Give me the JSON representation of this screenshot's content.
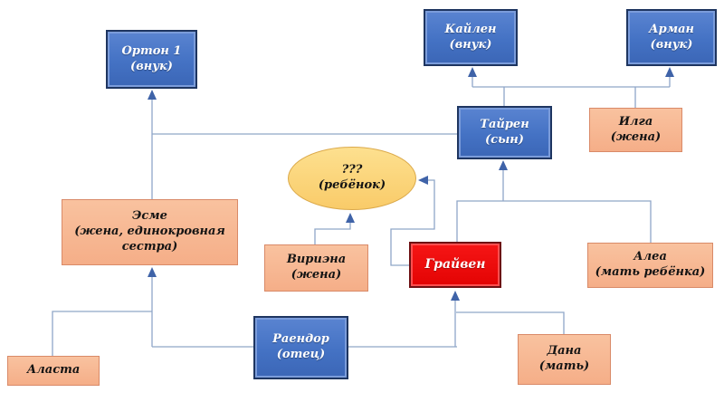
{
  "diagram": {
    "nodes": {
      "orton1": {
        "label": "Ортон 1\n(внук)",
        "type": "blue"
      },
      "kaylen": {
        "label": "Кайлен\n(внук)",
        "type": "blue"
      },
      "arman": {
        "label": "Арман\n(внук)",
        "type": "blue"
      },
      "tairen": {
        "label": "Тайрен\n(сын)",
        "type": "blue"
      },
      "ilga": {
        "label": "Илга\n(жена)",
        "type": "peach"
      },
      "child": {
        "label": "???\n(ребёнок)",
        "type": "gold-ellipse"
      },
      "esme": {
        "label": "Эсме\n(жена, единокровная\nсестра)",
        "type": "peach"
      },
      "viriena": {
        "label": "Вириэна\n(жена)",
        "type": "peach"
      },
      "graiven": {
        "label": "Грайвен",
        "type": "red"
      },
      "alea": {
        "label": "Алеа\n(мать ребёнка)",
        "type": "peach"
      },
      "raendor": {
        "label": "Раендор\n(отец)",
        "type": "blue"
      },
      "dana": {
        "label": "Дана\n(мать)",
        "type": "peach"
      },
      "alasta": {
        "label": "Аласта",
        "type": "peach"
      }
    },
    "edges": [
      {
        "from": "Эсме + Тайрен",
        "to": "Ортон 1",
        "arrow_into": "Ортон 1"
      },
      {
        "from": "Тайрен + Илга",
        "to": "Кайлен",
        "arrow_into": "Кайлен"
      },
      {
        "from": "Тайрен + Илга",
        "to": "Арман",
        "arrow_into": "Арман"
      },
      {
        "from": "Грайвен + Алеа",
        "to": "Тайрен",
        "arrow_into": "Тайрен"
      },
      {
        "from": "Грайвен",
        "to": "???",
        "arrow_into": "???"
      },
      {
        "from": "Вириэна",
        "to": "???",
        "arrow_into": "???"
      },
      {
        "from": "Раендор + Аласта",
        "to": "Эсме",
        "arrow_into": "Эсме"
      },
      {
        "from": "Раендор + Дана",
        "to": "Грайвен",
        "arrow_into": "Грайвен"
      }
    ],
    "colors": {
      "node_blue_fill": "#4472c4",
      "node_blue_border": "#1e3560",
      "node_peach_fill": "#f6b28e",
      "node_peach_border": "#d98a68",
      "node_red_fill": "#ee0404",
      "node_red_border": "#6e0f12",
      "node_gold_fill": "#fbd47a",
      "node_gold_border": "#dba94a",
      "connector_line": "#8fa6c8",
      "arrowhead": "#3f63a8",
      "background": "#ffffff"
    }
  }
}
